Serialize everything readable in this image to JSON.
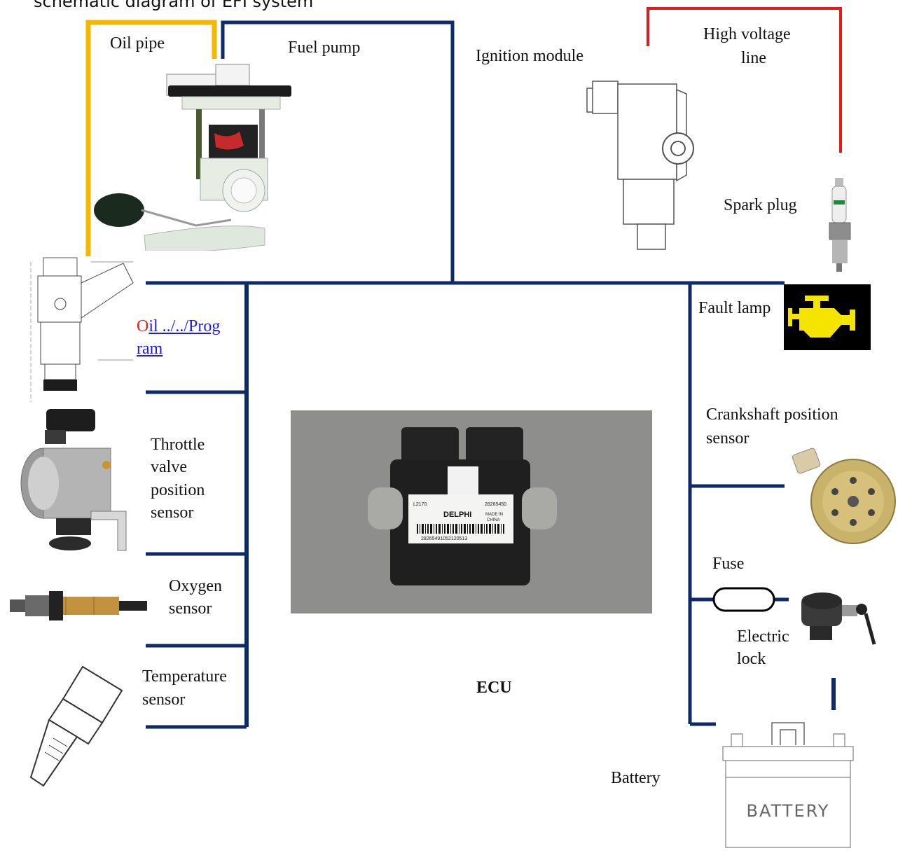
{
  "title": "schematic diagram of EFI system",
  "labels": {
    "oil_pipe": "Oil pipe",
    "fuel_pump": "Fuel pump",
    "ignition_module": "Ignition module",
    "high_voltage_line_1": "High voltage",
    "high_voltage_line_2": "line",
    "spark_plug": "Spark plug",
    "fault_lamp": "Fault lamp",
    "oil_injector_letter": "O",
    "oil_injector_link_1": "il ../../Prog",
    "oil_injector_link_2": "ram",
    "throttle_1": "Throttle",
    "throttle_2": "valve",
    "throttle_3": "position",
    "throttle_4": "sensor",
    "crank_1": "Crankshaft  position",
    "crank_2": "sensor",
    "oxygen_1": "Oxygen",
    "oxygen_2": "sensor",
    "fuse": "Fuse",
    "electric_lock_1": "Electric",
    "electric_lock_2": "lock",
    "temperature_1": "Temperature",
    "temperature_2": "sensor",
    "ecu": "ECU",
    "battery": "Battery"
  },
  "ecu_printed": {
    "brand": "DELPHI",
    "code_left": "L2170",
    "code_right": "28265450",
    "serial": "28265491052120513",
    "made_in_1": "MADE IN",
    "made_in_2": "CHINA"
  },
  "battery_printed": "BATTERY",
  "colors": {
    "wire": "#0d2a6b",
    "oil_pipe": "#f6b700",
    "high_voltage": "#e01b1b",
    "fault_lamp_bg": "#000000",
    "fault_lamp_icon": "#f5e400",
    "link": "#1a1aee"
  }
}
